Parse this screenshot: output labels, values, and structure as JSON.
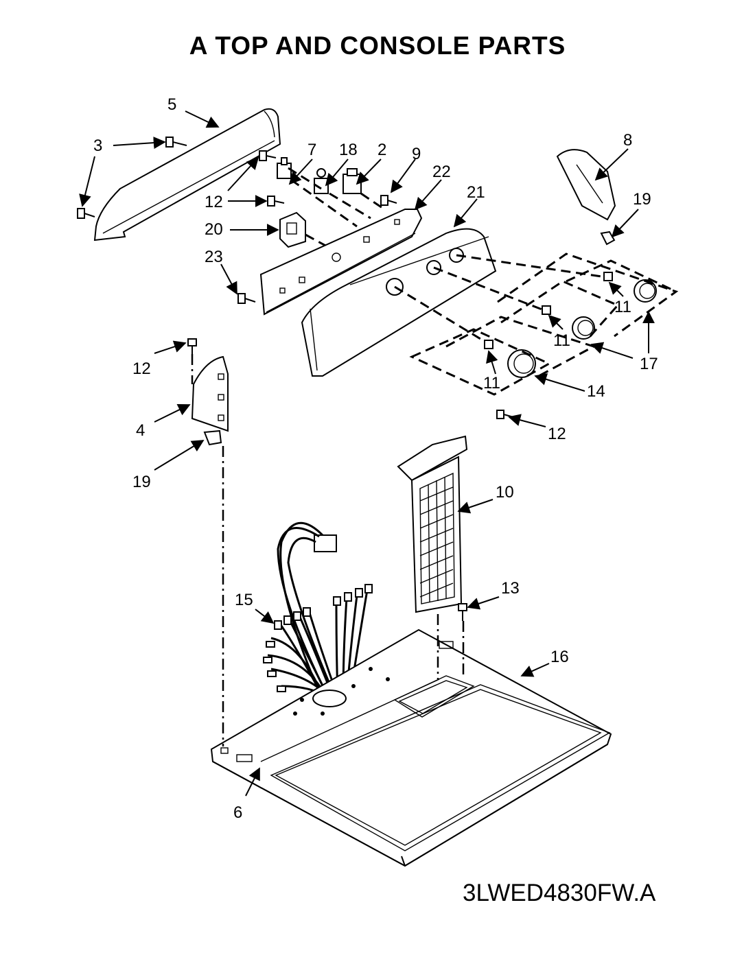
{
  "title": "A TOP AND CONSOLE PARTS",
  "model_code": "3LWED4830FW.A",
  "callouts": {
    "c5": "5",
    "c3": "3",
    "c7": "7",
    "c18": "18",
    "c2": "2",
    "c9": "9",
    "c22": "22",
    "c21": "21",
    "c8": "8",
    "c19a": "19",
    "c12a": "12",
    "c20": "20",
    "c23": "23",
    "c11a": "11",
    "c11b": "11",
    "c17": "17",
    "c12b": "12",
    "c11c": "11",
    "c14": "14",
    "c4": "4",
    "c12c": "12",
    "c19b": "19",
    "c10": "10",
    "c13": "13",
    "c15": "15",
    "c16": "16",
    "c6": "6"
  },
  "colors": {
    "ink": "#000000",
    "paper": "#ffffff"
  }
}
